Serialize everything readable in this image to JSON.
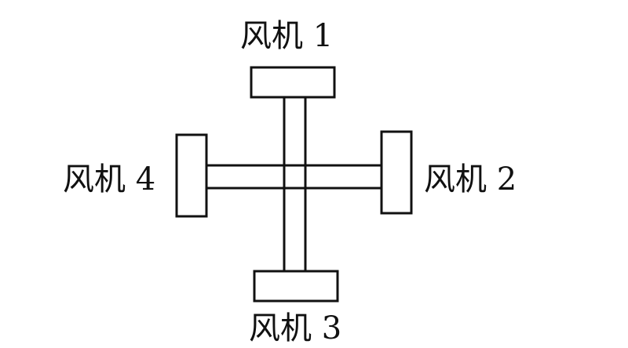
{
  "fans": {
    "fan1": "风机 1",
    "fan2": "风机 2",
    "fan3": "风机 3",
    "fan4": "风机 4"
  },
  "colors": {
    "stroke": "#111111",
    "fill": "#ffffff"
  }
}
